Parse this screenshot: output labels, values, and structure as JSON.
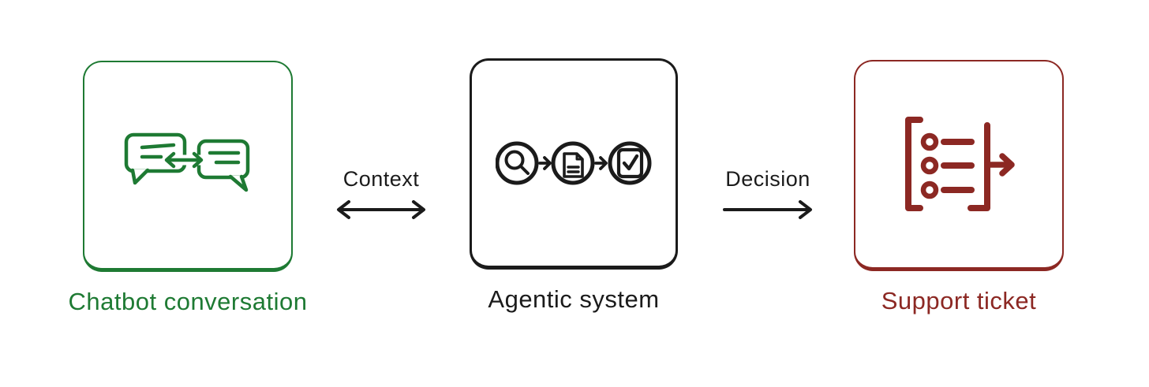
{
  "diagram": {
    "background": "#ffffff",
    "connector_color": "#1b1b1b",
    "nodes": [
      {
        "id": "chatbot",
        "label": "Chatbot conversation",
        "color": "#1e7a33",
        "icon": "chat-bubbles-icon"
      },
      {
        "id": "agentic",
        "label": "Agentic system",
        "color": "#1b1b1b",
        "icon": "workflow-search-document-check-icon"
      },
      {
        "id": "ticket",
        "label": "Support ticket",
        "color": "#8c2823",
        "icon": "ticket-list-arrow-icon"
      }
    ],
    "connectors": [
      {
        "label": "Context",
        "type": "double-arrow",
        "from": "chatbot",
        "to": "agentic"
      },
      {
        "label": "Decision",
        "type": "single-arrow",
        "from": "agentic",
        "to": "ticket"
      }
    ]
  }
}
